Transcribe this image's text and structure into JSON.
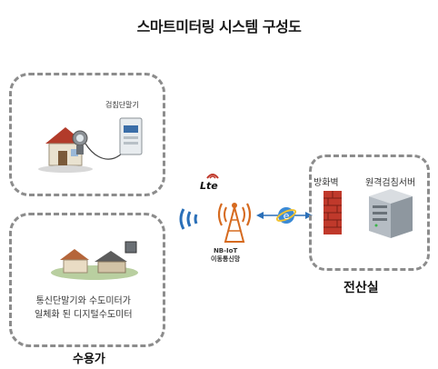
{
  "title": "스마트미터링 시스템 구성도",
  "meter_terminal_label": "검침단말기",
  "customer_label": "수용가",
  "computer_room_label": "전산실",
  "firewall_label": "방화벽",
  "server_label": "원격검침서버",
  "digital_meter_text": [
    "통신단말기와 수도미터가",
    "일체화 된 디지털수도미터"
  ],
  "nbiot_label": [
    "NB-IoT",
    "이동통신망"
  ],
  "lte_label": "Lte",
  "icons": [
    "house-icon",
    "water-meter-icon",
    "meter-terminal-icon",
    "wireless-signal-icon",
    "cell-tower-icon",
    "internet-icon",
    "firewall-icon",
    "server-icon"
  ]
}
